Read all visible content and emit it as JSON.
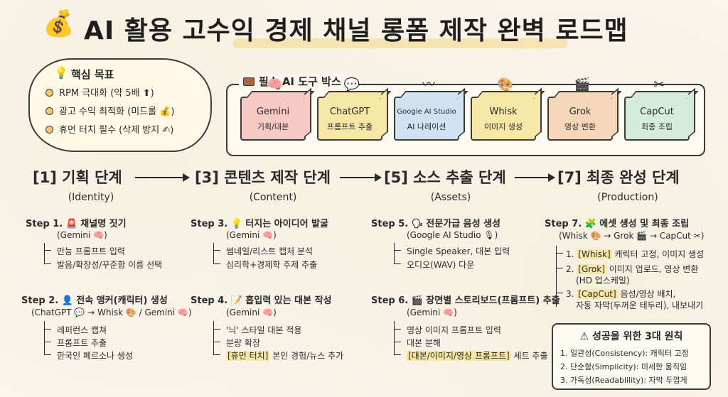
{
  "title": {
    "icon": "money-bag-icon",
    "text": "AI 활용 고수익 경제 채널 롱폼 제작 완벽 로드맵"
  },
  "goal": {
    "icon": "lightbulb-icon",
    "title": "핵심 목표",
    "items": [
      "RPM 극대화 (약 5배 ⬆)",
      "광고 수익 최적화 (미드롤 💰)",
      "휴먼 터치 필수 (삭제 방지 ✍)"
    ]
  },
  "toolbox": {
    "icon": "briefcase-icon",
    "title": "필수 AI 도구 박스",
    "tools": [
      {
        "name": "Gemini",
        "role": "기획/대본",
        "icon": "brain-icon",
        "color": "#f6c9c4"
      },
      {
        "name": "ChatGPT",
        "role": "프롬프트 추출",
        "icon": "speech-bubble-icon",
        "color": "#f6e7a6"
      },
      {
        "name": "Google AI Studio",
        "role": "AI 나레이션",
        "icon": "sound-wave-icon",
        "color": "#cfe3f2"
      },
      {
        "name": "Whisk",
        "role": "이미지 생성",
        "icon": "palette-icon",
        "color": "#f6e7a6"
      },
      {
        "name": "Grok",
        "role": "영상 변환",
        "icon": "clapperboard-icon",
        "color": "#f6d6b8"
      },
      {
        "name": "CapCut",
        "role": "최종 조립",
        "icon": "scissors-icon",
        "color": "#d4ecdc"
      }
    ]
  },
  "stages": [
    {
      "title": "[1] 기획 단계",
      "sub": "(Identity)"
    },
    {
      "title": "[3] 콘텐츠 제작 단계",
      "sub": "(Content)"
    },
    {
      "title": "[5] 소스 추출 단계",
      "sub": "(Assets)"
    },
    {
      "title": "[7] 최종 완성 단계",
      "sub": "(Production)"
    }
  ],
  "steps": {
    "s1": {
      "label": "Step 1.",
      "icon": "siren-icon",
      "emoji": "🚨",
      "title": "채널명 짓기",
      "tool": "(Gemini 🧠)",
      "lines": [
        "만능 프롬프트 입력",
        "발음/확장성/꾸준함 이름 선택"
      ]
    },
    "s2": {
      "label": "Step 2.",
      "icon": "person-icon",
      "emoji": "👤",
      "title": "전속 앵커(캐릭터) 생성",
      "tool": "(ChatGPT 💬 → Whisk 🎨 / Gemini 🧠)",
      "lines": [
        "레퍼런스 캡쳐",
        "프롬프트 추출",
        "한국인 페르소나 생성"
      ]
    },
    "s3": {
      "label": "Step 3.",
      "icon": "lightbulb-icon",
      "emoji": "💡",
      "title": "터지는 아이디어 발굴",
      "tool": "(Gemini 🧠)",
      "lines": [
        "썸네일/리스트 캡처 분석",
        "심리학+경제학 주제 추출"
      ]
    },
    "s4": {
      "label": "Step 4.",
      "icon": "memo-icon",
      "emoji": "📝",
      "title": "흡입력 있는 대본 작성",
      "tool": "(Gemini 🧠)",
      "lines": [
        "'늬' 스타일 대본 적용",
        "분량 확장"
      ],
      "hl": "[휴먼 터치]",
      "last": " 본인 경험/뉴스 추가"
    },
    "s5": {
      "label": "Step 5.",
      "icon": "speaking-head-icon",
      "emoji": "🗣",
      "title": "전문가급 음성 생성",
      "tool": "(Google AI Studio 🎙)",
      "lines": [
        "Single Speaker, 대본 입력",
        "오디오(WAV) 다운"
      ]
    },
    "s6": {
      "label": "Step 6.",
      "icon": "clapperboard-icon",
      "emoji": "🎬",
      "title": "장면별 스토리보드(프롬프트) 추출",
      "tool": "(Gemini 🧠)",
      "lines": [
        "영상 이미지 프롬프트 입력",
        "대본 분해"
      ],
      "hl": "[대본/이미지/영상 프롬프트]",
      "last": " 세트 추출"
    },
    "s7": {
      "label": "Step 7.",
      "icon": "puzzle-icon",
      "emoji": "🧩",
      "title": "에셋 생성 및 최종 조립",
      "tool": "(Whisk 🎨 → Grok 🎬 → CapCut ✂)",
      "items": [
        {
          "num": "1.",
          "hl": "[Whisk]",
          "text": " 캐릭터 고정, 이미지 생성",
          "cont": ""
        },
        {
          "num": "2.",
          "hl": "[Grok]",
          "text": " 이미지 업로드, 영상 변환",
          "cont": "(HD 업스케일)"
        },
        {
          "num": "3.",
          "hl": "[CapCut]",
          "text": " 음성/영상 배치,",
          "cont": "자동 자막(두꺼운 테두리), 내보내기"
        }
      ]
    }
  },
  "principles": {
    "icon": "warning-icon",
    "title": "성공을 위한 3대 원칙",
    "items": [
      "1. 일관성(Consistency): 캐릭터 고정",
      "2. 단순함(Simplicity): 미세한 움직임",
      "3. 가독성(Readablility): 자막 두껍게"
    ]
  }
}
